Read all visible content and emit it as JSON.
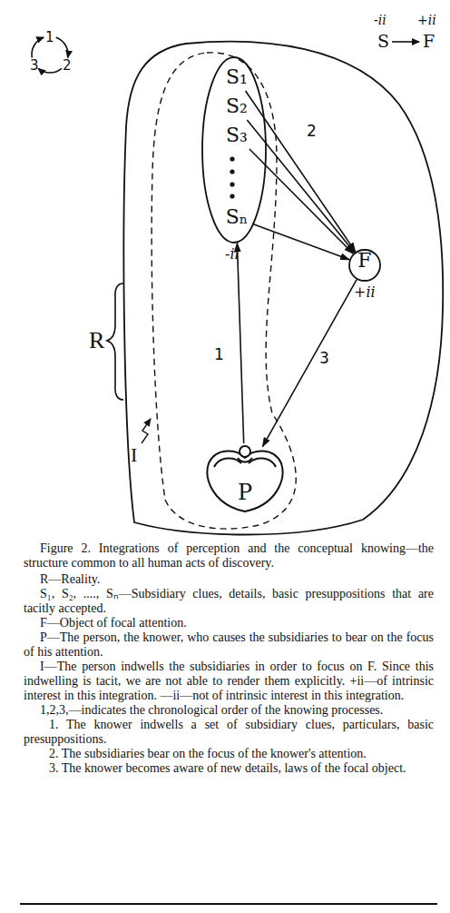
{
  "diagram": {
    "caption": "Figure 2. Integrations of perception and the conceptual knowing—the structure common to all human acts of discovery.",
    "nodes": [
      {
        "text": [
          "R"
        ]
      },
      {
        "text": [
          "I"
        ],
        "in": 0
      },
      {
        "text": [
          "-ii"
        ],
        "in": 1
      },
      {
        "text": [
          "S₁"
        ],
        "in": 2
      },
      {
        "text": [
          "S₂"
        ],
        "in": 2
      },
      {
        "text": [
          "S₃"
        ],
        "in": 2
      },
      {
        "text": [
          "Sₙ"
        ],
        "in": 2
      },
      {
        "text": [
          "F",
          "+ii"
        ],
        "in": 0
      },
      {
        "text": [
          "P"
        ],
        "in": 1
      }
    ],
    "edges": [
      {
        "from": 3,
        "to": 7,
        "arrow": "to",
        "label": "2"
      },
      {
        "from": 4,
        "to": 7,
        "arrow": "to"
      },
      {
        "from": 5,
        "to": 7,
        "arrow": "to"
      },
      {
        "from": 6,
        "to": 7,
        "arrow": "to"
      },
      {
        "from": 8,
        "to": 2,
        "arrow": "to",
        "label": "1"
      },
      {
        "from": 7,
        "to": 8,
        "arrow": "to",
        "label": "3"
      }
    ],
    "labels": [
      "1",
      "2",
      "3",
      "-ii",
      "S",
      "+ii",
      "F",
      "R—Reality.",
      "S₁, S₂, ...., Sₙ—Subsidiary clues, details, basic presuppositions that are tacitly accepted.",
      "F—Object of focal attention.",
      "P—The person, the knower, who causes the subsidiaries to bear on the focus of his attention.",
      "I—The person indwells the subsidiaries in order to focus on F. Since this indwelling is tacit, we are not able to render them explicitly. +ii—of intrinsic interest in this integration. —ii—not of intrinsic interest in this integration.",
      "1,2,3,—indicates the chronological order of the knowing processes.",
      "1. The knower indwells a set of subsidiary clues, particulars, basic presuppositions.",
      "2. The subsidiaries bear on the focus of the knower's attention.",
      "3. The knower becomes aware of new details, laws of the focal object."
    ]
  }
}
